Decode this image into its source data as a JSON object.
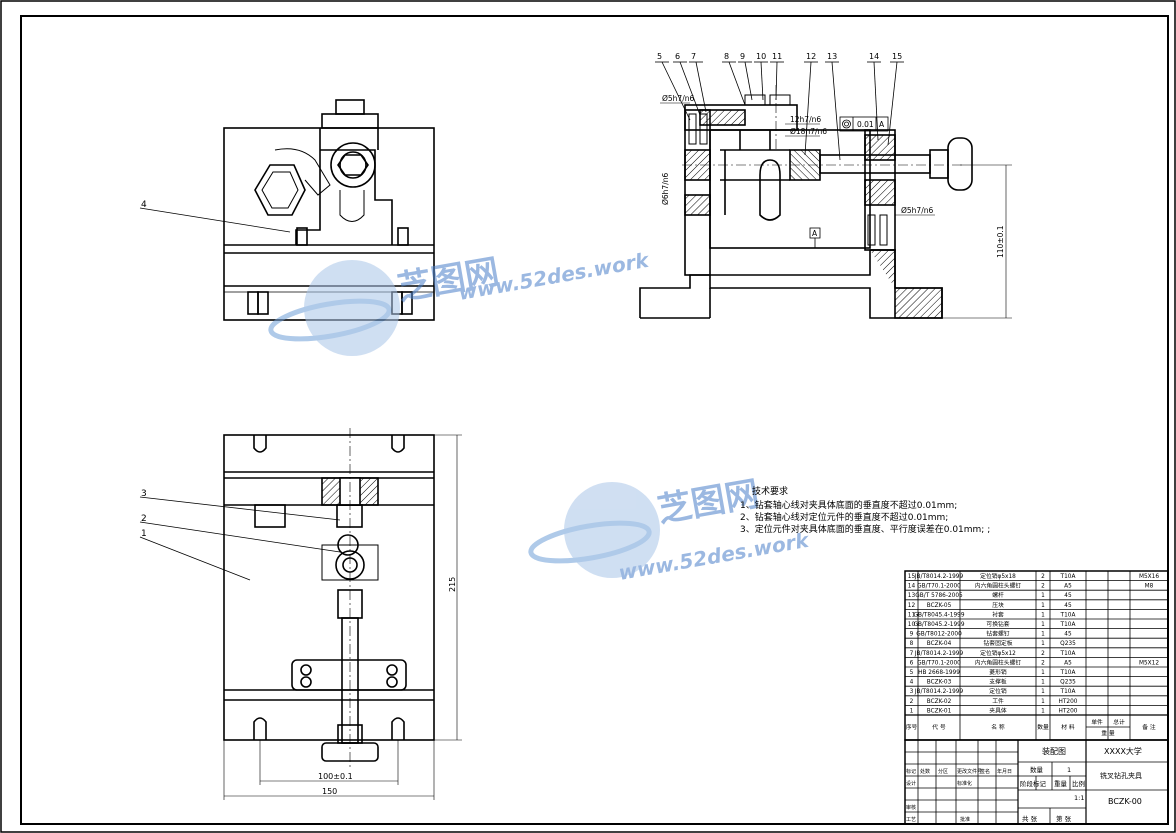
{
  "balloons_section": [
    "5",
    "6",
    "7",
    "8",
    "9",
    "10",
    "11",
    "12",
    "13",
    "14",
    "15"
  ],
  "balloons_top": [
    "4"
  ],
  "balloons_bottom": [
    "3",
    "2",
    "1"
  ],
  "dims": {
    "fit1": "Ø5h7/n6",
    "fit2": "12h7/n6",
    "fit3": "Ø18h7/n6",
    "fit4": "Ø6h7/n6",
    "fit5": "Ø5h7/n6",
    "tol_value": "0.01",
    "tol_datum": "A",
    "datum": "A",
    "height": "110±0.1",
    "width215": "215",
    "width150": "150",
    "width100": "100±0.1"
  },
  "watermark": {
    "cn": "芝图网",
    "url": "www.52des.work"
  },
  "notes": {
    "title": "技术要求",
    "lines": [
      "1、钻套轴心线对夹具体底面的垂直度不超过0.01mm;",
      "2、钻套轴心线对定位元件的垂直度不超过0.01mm;",
      "3、定位元件对夹具体底面的垂直度、平行度误差在0.01mm; ;"
    ]
  },
  "bom": [
    {
      "no": "15",
      "code": "JB/T8014.2-1999",
      "name": "定位销φ5x18",
      "qty": "2",
      "mat": "T10A",
      "note": "M5X16"
    },
    {
      "no": "14",
      "code": "GB/T70.1-2000",
      "name": "内六角圆柱头螺钉",
      "qty": "2",
      "mat": "A5",
      "note": "M8"
    },
    {
      "no": "13",
      "code": "GB/T 5786-2005",
      "name": "螺杆",
      "qty": "1",
      "mat": "45",
      "note": ""
    },
    {
      "no": "12",
      "code": "BCZK-05",
      "name": "压块",
      "qty": "1",
      "mat": "45",
      "note": ""
    },
    {
      "no": "11",
      "code": "GB/T8045.4-1999",
      "name": "衬套",
      "qty": "1",
      "mat": "T10A",
      "note": ""
    },
    {
      "no": "10",
      "code": "GB/T8045.2-1999",
      "name": "可换钻套",
      "qty": "1",
      "mat": "T10A",
      "note": ""
    },
    {
      "no": "9",
      "code": "GB/T8012-2000",
      "name": "钻套螺钉",
      "qty": "1",
      "mat": "45",
      "note": ""
    },
    {
      "no": "8",
      "code": "BCZK-04",
      "name": "钻套固定板",
      "qty": "1",
      "mat": "Q235",
      "note": ""
    },
    {
      "no": "7",
      "code": "JB/T8014.2-1999",
      "name": "定位销φ5x12",
      "qty": "2",
      "mat": "T10A",
      "note": ""
    },
    {
      "no": "6",
      "code": "GB/T70.1-2000",
      "name": "内六角圆柱头螺钉",
      "qty": "2",
      "mat": "A5",
      "note": "M5X12"
    },
    {
      "no": "5",
      "code": "HB 2668-1999",
      "name": "菱形销",
      "qty": "1",
      "mat": "T10A",
      "note": ""
    },
    {
      "no": "4",
      "code": "BCZK-03",
      "name": "支撑板",
      "qty": "1",
      "mat": "Q235",
      "note": ""
    },
    {
      "no": "3",
      "code": "JB/T8014.2-1999",
      "name": "定位销",
      "qty": "1",
      "mat": "T10A",
      "note": ""
    },
    {
      "no": "2",
      "code": "BCZK-02",
      "name": "工件",
      "qty": "1",
      "mat": "HT200",
      "note": ""
    },
    {
      "no": "1",
      "code": "BCZK-01",
      "name": "夹具体",
      "qty": "1",
      "mat": "HT200",
      "note": ""
    }
  ],
  "bom_header": {
    "no": "序号",
    "code": "代 号",
    "name": "名 称",
    "qty": "数量",
    "mat": "材 料",
    "single": "单件",
    "total": "总计",
    "weight": "重 量",
    "note": "备 注"
  },
  "title_block": {
    "drawing": "装配图",
    "school": "XXXX大学",
    "qty_label": "数量",
    "qty": "1",
    "part_name": "铣叉钻孔夹具",
    "stage": "阶段标记",
    "weight": "重量",
    "scale_label": "比例",
    "scale": "1:1",
    "drawing_no": "BCZK-00",
    "rows": [
      "标记",
      "处数",
      "分区",
      "更改文件号",
      "签名",
      "年月日"
    ],
    "design": "设计",
    "standard": "标准化",
    "review": "审核",
    "process": "工艺",
    "approve": "批准",
    "sheets_total": "共  张",
    "sheet_no": "第  张"
  }
}
